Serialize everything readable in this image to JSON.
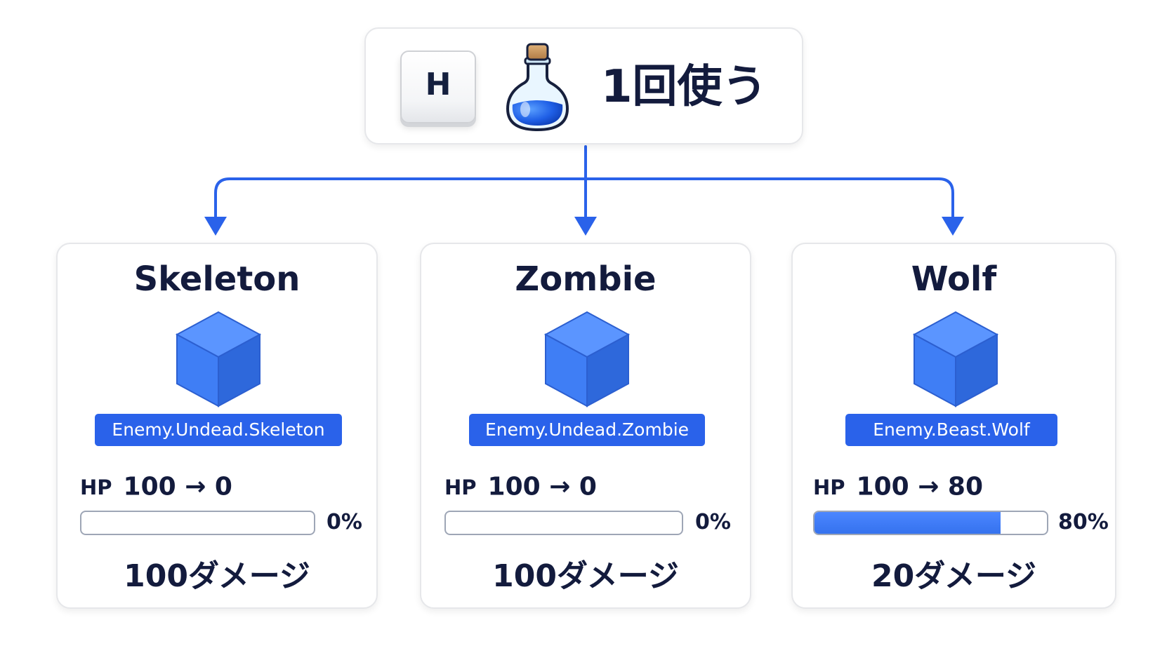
{
  "action": {
    "key": "H",
    "item_icon": "blue-potion-icon",
    "label": "1回使う"
  },
  "colors": {
    "accent": "#2a62ea",
    "text": "#131b3d",
    "bar_border": "#9ea6b6"
  },
  "enemies": [
    {
      "name": "Skeleton",
      "icon": "blue-cube-icon",
      "tag": "Enemy.Undead.Skeleton",
      "hp_label": "HP",
      "hp_change": "100 → 0",
      "hp_remaining_fraction": 0.0,
      "hp_percent_label": "0%",
      "damage": "100ダメージ"
    },
    {
      "name": "Zombie",
      "icon": "blue-cube-icon",
      "tag": "Enemy.Undead.Zombie",
      "hp_label": "HP",
      "hp_change": "100 → 0",
      "hp_remaining_fraction": 0.0,
      "hp_percent_label": "0%",
      "damage": "100ダメージ"
    },
    {
      "name": "Wolf",
      "icon": "blue-cube-icon",
      "tag": "Enemy.Beast.Wolf",
      "hp_label": "HP",
      "hp_change": "100 → 80",
      "hp_remaining_fraction": 0.8,
      "hp_percent_label": "80%",
      "damage": "20ダメージ"
    }
  ]
}
